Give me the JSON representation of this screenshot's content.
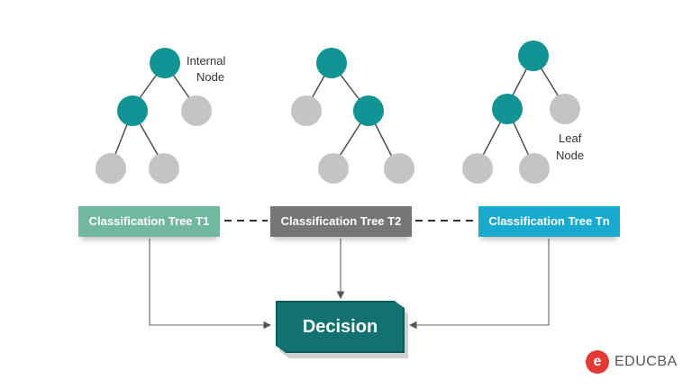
{
  "diagram": {
    "annotations": {
      "internal_node_line1": "Internal",
      "internal_node_line2": "Node",
      "leaf_node_line1": "Leaf",
      "leaf_node_line2": "Node"
    },
    "trees": [
      {
        "label": "Classification Tree T1"
      },
      {
        "label": "Classification Tree T2"
      },
      {
        "label": "Classification Tree Tn"
      }
    ],
    "decision": "Decision"
  },
  "brand": {
    "logo_letter": "e",
    "name": "EDUCBA"
  },
  "colors": {
    "internal_node": "#129494",
    "leaf_node": "#c4c4c4",
    "tree_t1": "#72b8a0",
    "tree_t2": "#767676",
    "tree_tn": "#19aad0",
    "decision": "#127171",
    "brand_red": "#e53935"
  }
}
